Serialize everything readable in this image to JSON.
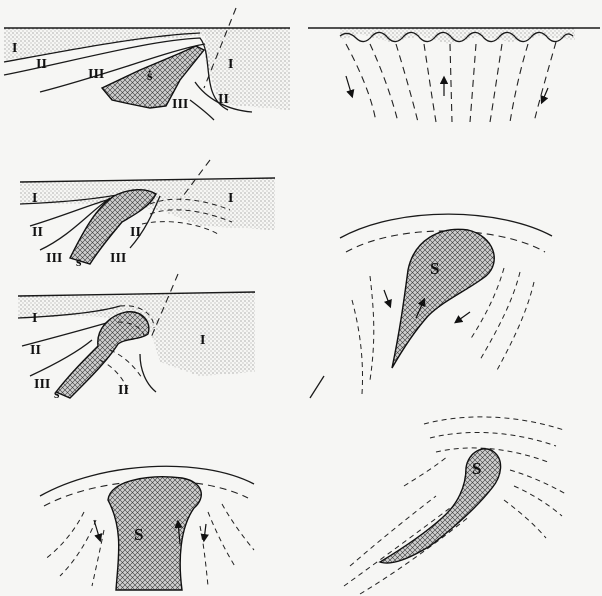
{
  "labels": {
    "I": "I",
    "II": "II",
    "III": "III",
    "S": "S",
    "s": "s",
    "s_dot": "ṡ"
  }
}
